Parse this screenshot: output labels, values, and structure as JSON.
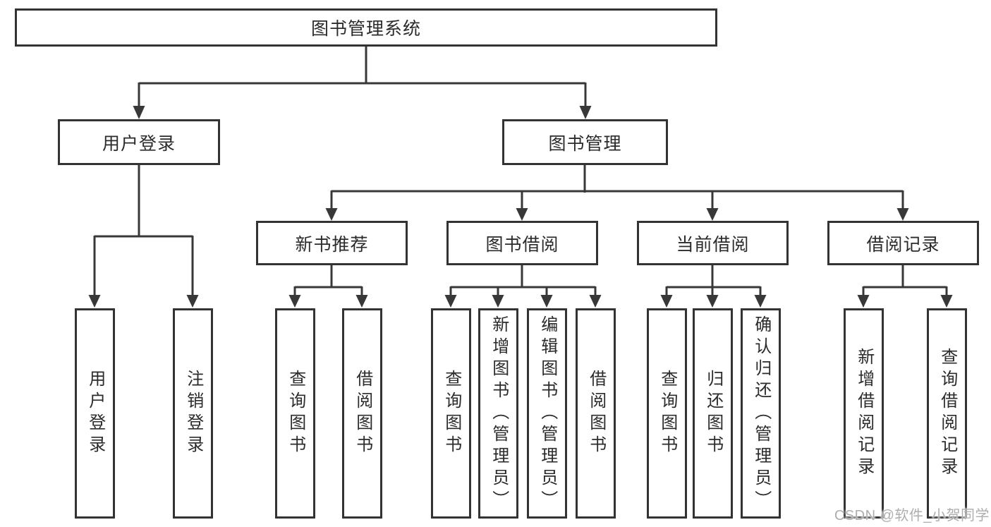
{
  "diagram": {
    "root": {
      "label": "图书管理系统"
    },
    "level2": [
      {
        "label": "用户登录"
      },
      {
        "label": "图书管理"
      }
    ],
    "level3": [
      {
        "label": "新书推荐"
      },
      {
        "label": "图书借阅"
      },
      {
        "label": "当前借阅"
      },
      {
        "label": "借阅记录"
      }
    ],
    "leaves": {
      "user_login": "用户登录",
      "user_logout": "注销登录",
      "newbook_query": "查询图书",
      "newbook_borrow": "借阅图书",
      "borrow_query": "查询图书",
      "borrow_add": "新增图书（管理员）",
      "borrow_edit": "编辑图书（管理员）",
      "borrow_do": "借阅图书",
      "current_query": "查询图书",
      "current_return": "归还图书",
      "current_confirm": "确认归还（管理员）",
      "records_add": "新增借阅记录",
      "records_query": "查询借阅记录"
    },
    "watermark": "CSDN @软件_小贺同学",
    "colors": {
      "line": "#383838",
      "box_border": "#333333",
      "text": "#2b2b2b",
      "watermark": "#aeaeae",
      "background": "#ffffff"
    }
  }
}
